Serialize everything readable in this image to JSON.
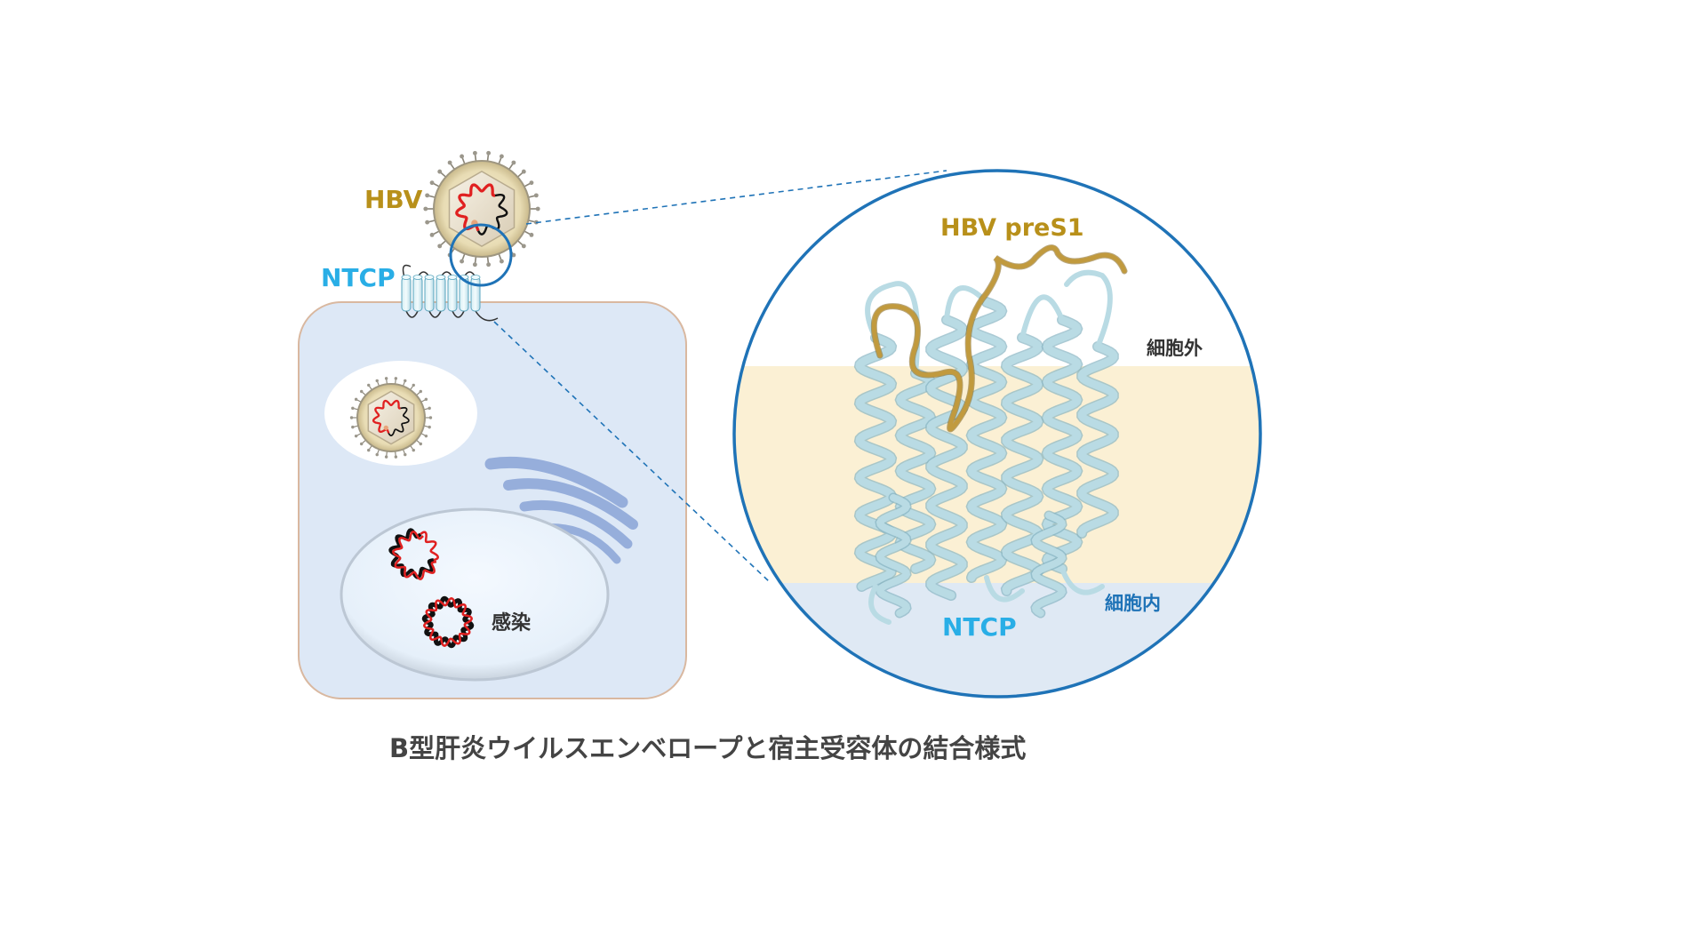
{
  "labels": {
    "hbv": "HBV",
    "ntcp_left": "NTCP",
    "infection": "感染",
    "hbv_pres1": "HBV preS1",
    "extracellular": "細胞外",
    "intracellular": "細胞内",
    "ntcp_right": "NTCP",
    "caption": "B型肝炎ウイルスエンベロープと宿主受容体の結合様式"
  },
  "colors": {
    "hbv_text": "#b8901a",
    "ntcp_text": "#29aee6",
    "zoom_circle": "#1f73b7",
    "membrane_band": "#fbf0d4",
    "intracellular_fill": "#dfe9f4",
    "cell_fill": "#dde8f6",
    "cell_border": "#d9b8a0",
    "nucleus_fill": "#eef5fc",
    "golgi": "#8aa3d6",
    "dna_red": "#e02020",
    "dna_black": "#111111",
    "helix": "#b9dbe4",
    "pres1": "#c19a3e",
    "intracellular_text": "#1f73b7",
    "dark_text": "#333333"
  },
  "icons": [
    "hbv-virion-icon",
    "ntcp-receptor-icon",
    "viral-dna-icon",
    "golgi-icon",
    "protein-structure-icon"
  ]
}
